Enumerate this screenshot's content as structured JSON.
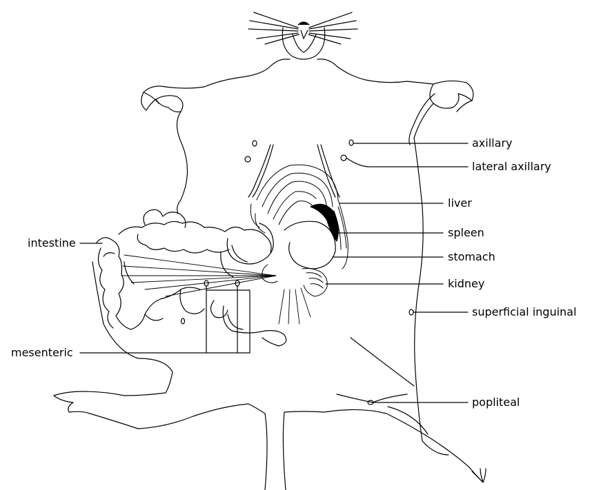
{
  "labels": {
    "axillary": "axillary",
    "lateral_axillary": "lateral axillary",
    "liver": "liver",
    "spleen": "spleen",
    "stomach": "stomach",
    "kidney": "kidney",
    "superficial_inguinal": "superficial inguinal",
    "popliteal": "popliteal",
    "intestine": "intestine",
    "mesenteric": "mesenteric"
  },
  "colors": {
    "line": "#000000",
    "background": "#ffffff"
  }
}
